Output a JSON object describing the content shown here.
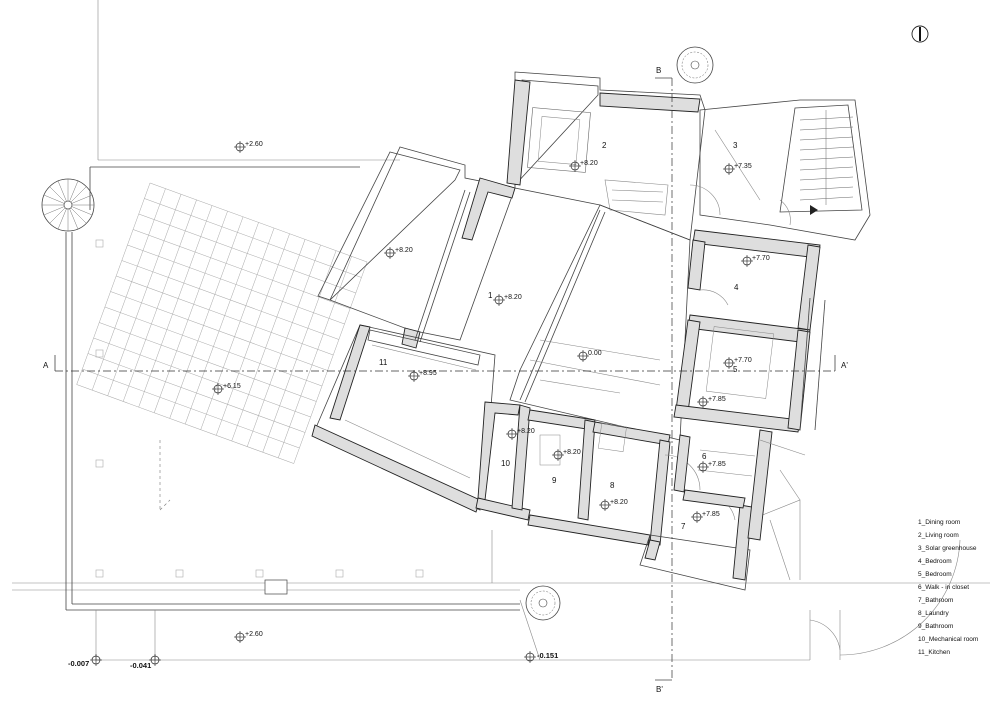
{
  "section_markers": {
    "a": "A",
    "a_prime": "A'",
    "b": "B",
    "b_prime": "B'"
  },
  "rooms": [
    {
      "number": "1"
    },
    {
      "number": "2"
    },
    {
      "number": "3"
    },
    {
      "number": "4"
    },
    {
      "number": "5"
    },
    {
      "number": "6"
    },
    {
      "number": "7"
    },
    {
      "number": "8"
    },
    {
      "number": "9"
    },
    {
      "number": "10"
    },
    {
      "number": "11"
    }
  ],
  "levels": [
    "+2.60",
    "+8.20",
    "+8.20",
    "+8.20",
    "+7.35",
    "+7.70",
    "0.00",
    "+8.95",
    "+6.15",
    "+7.70",
    "+7.85",
    "+7.85",
    "+8.20",
    "+8.20",
    "+8.20",
    "+7.85",
    "+2.60",
    "-0.007",
    "-0.041",
    "-0.151"
  ],
  "legend": [
    "1_Dining room",
    "2_Living room",
    "3_Solar greenhouse",
    "4_Bedroom",
    "5_Bedroom",
    "6_Walk - in closet",
    "7_Bathroom",
    "8_Laundry",
    "9_Bathroom",
    "10_Mechanical room",
    "11_Kitchen"
  ],
  "icons": {
    "north": "north-arrow-icon",
    "level": "level-crosshair-icon",
    "stair": "spiral-stair-icon",
    "tree": "tree-icon"
  }
}
